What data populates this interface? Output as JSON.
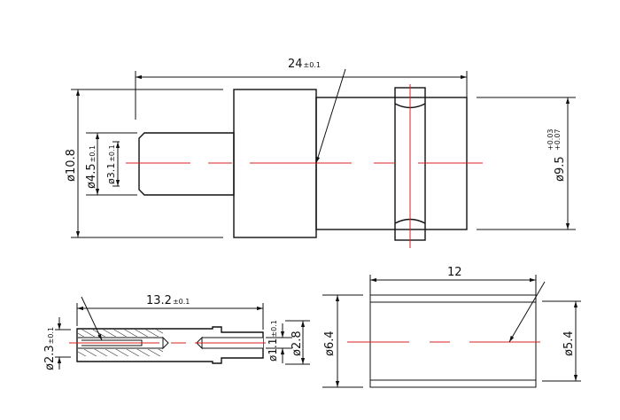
{
  "drawing": {
    "top_view": {
      "length": {
        "value": "24",
        "tol": "±0.1"
      },
      "outer_dia": "ø10.8",
      "crimp_dia": {
        "value": "ø4.5",
        "tol": "±0.1"
      },
      "bore_dia": {
        "value": "ø3.1",
        "tol": "±0.1"
      },
      "body_dia": {
        "value": "ø9.5",
        "tol_upper": "+0.03",
        "tol_lower": "+0.07"
      }
    },
    "pin_view": {
      "length": {
        "value": "13.2",
        "tol": "±0.1"
      },
      "pin_dia": {
        "value": "ø2.3",
        "tol": "±0.1"
      },
      "bore_dia": {
        "value": "ø1.1",
        "tol": "±0.1"
      },
      "collar_dia": "ø2.8"
    },
    "sleeve_view": {
      "length": "12",
      "outer_dia": "ø6.4",
      "inner_dia": "ø5.4"
    }
  },
  "colors": {
    "line": "#111111",
    "centerline": "#dd2222"
  }
}
